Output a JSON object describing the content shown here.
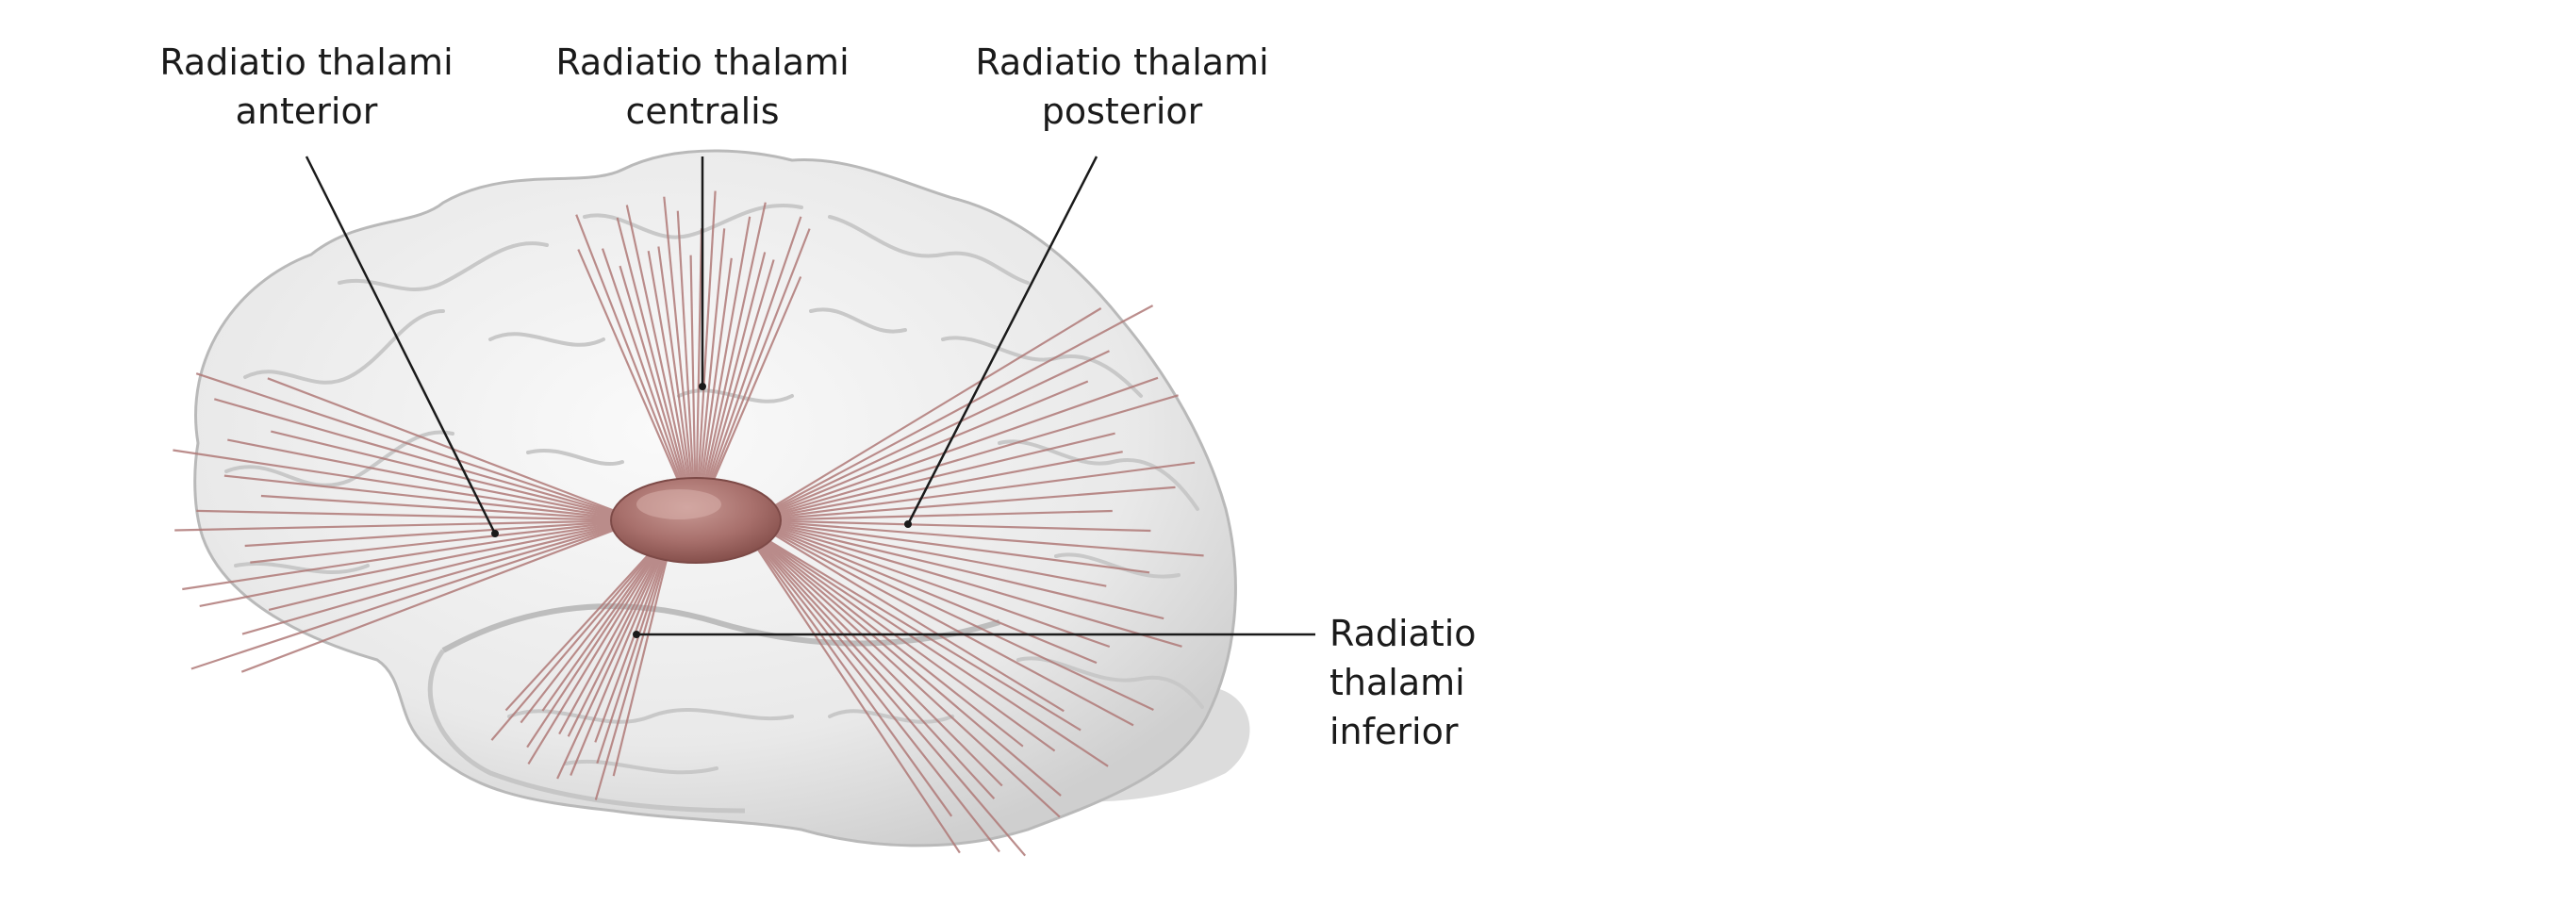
{
  "labels": {
    "anterior": {
      "line1": "Radiatio thalami",
      "line2": "anterior"
    },
    "centralis": {
      "line1": "Radiatio thalami",
      "line2": "centralis"
    },
    "posterior": {
      "line1": "Radiatio thalami",
      "line2": "posterior"
    },
    "inferior": {
      "line1": "Radiatio",
      "line2": "thalami",
      "line3": "inferior"
    }
  },
  "colors": {
    "brain_fill": "#ececec",
    "brain_shade": "#d4d4d4",
    "gyri_stroke": "#c2c2c2",
    "fiber": "#b07a78",
    "thalamus": "#a8706c",
    "leader": "#1a1a1a"
  }
}
